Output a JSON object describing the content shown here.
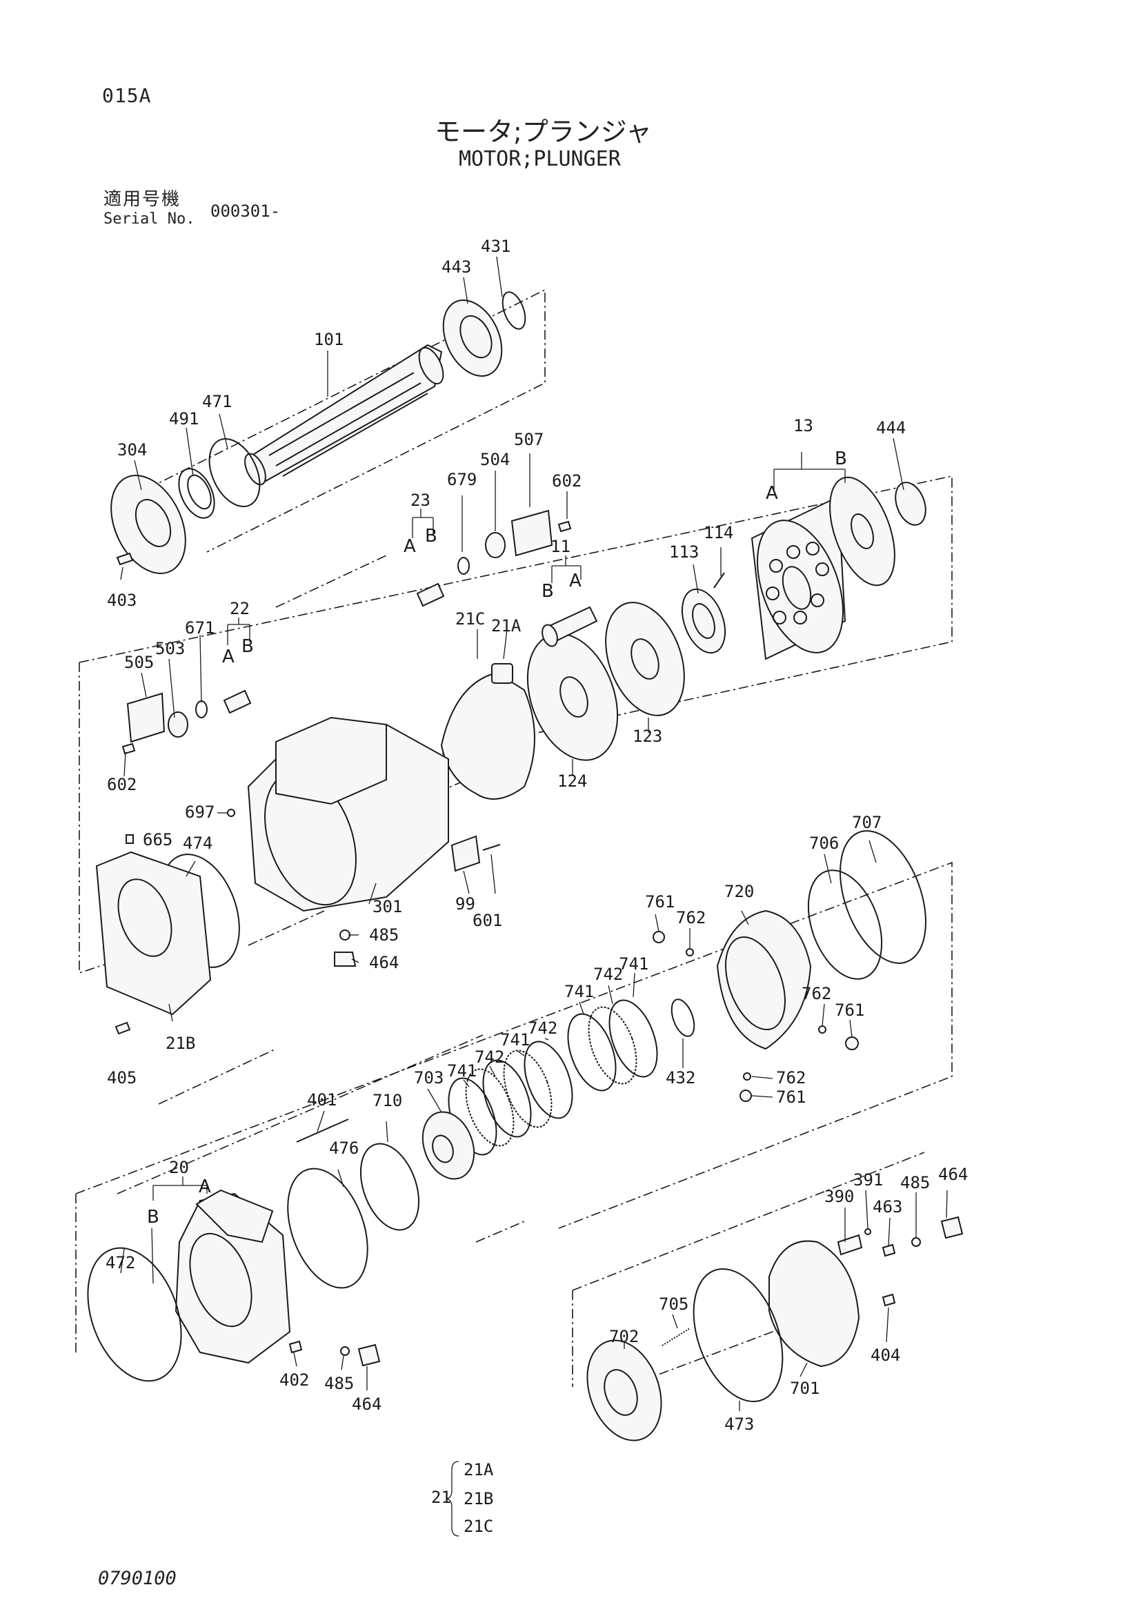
{
  "header": {
    "page_code": "015A",
    "title_jp": "モータ;プランジャ",
    "title_en": "MOTOR;PLUNGER",
    "serial_label_jp": "適用号機",
    "serial_label_en": "Serial No.",
    "serial_number": "000301-"
  },
  "parts": {
    "p101": "101",
    "p443": "443",
    "p431": "431",
    "p304": "304",
    "p491": "491",
    "p471": "471",
    "p403": "403",
    "p23": "23",
    "p23A": "A",
    "p23B": "B",
    "p679": "679",
    "p504": "504",
    "p507": "507",
    "p602a": "602",
    "p13": "13",
    "p13A": "A",
    "p13B": "B",
    "p444": "444",
    "p114": "114",
    "p113": "113",
    "p11": "11",
    "p11A": "A",
    "p11B": "B",
    "p21C": "21C",
    "p21A": "21A",
    "p123": "123",
    "p124": "124",
    "p22": "22",
    "p22A": "A",
    "p22B": "B",
    "p671": "671",
    "p503": "503",
    "p505": "505",
    "p602b": "602",
    "p697": "697",
    "p665": "665",
    "p474": "474",
    "p301": "301",
    "p99": "99",
    "p601": "601",
    "p485a": "485",
    "p464a": "464",
    "p21B": "21B",
    "p405": "405",
    "p707": "707",
    "p706": "706",
    "p720": "720",
    "p761a": "761",
    "p762a": "762",
    "p741a": "741",
    "p742a": "742",
    "p741b": "741",
    "p742b": "742",
    "p741c": "741",
    "p742c": "742",
    "p741d": "741",
    "p703": "703",
    "p432": "432",
    "p762b": "762",
    "p761b": "761",
    "p762c": "762",
    "p761c": "761",
    "p401": "401",
    "p710": "710",
    "p476": "476",
    "p20": "20",
    "p20A": "A",
    "p20B": "B",
    "p472": "472",
    "p402": "402",
    "p485b": "485",
    "p464b": "464",
    "p391": "391",
    "p464c": "464",
    "p390": "390",
    "p463": "463",
    "p485c": "485",
    "p705": "705",
    "p702": "702",
    "p701": "701",
    "p404": "404",
    "p473": "473"
  },
  "legend": {
    "group": "21",
    "items": [
      "21A",
      "21B",
      "21C"
    ]
  },
  "footer": {
    "doc_code": "0790100"
  }
}
